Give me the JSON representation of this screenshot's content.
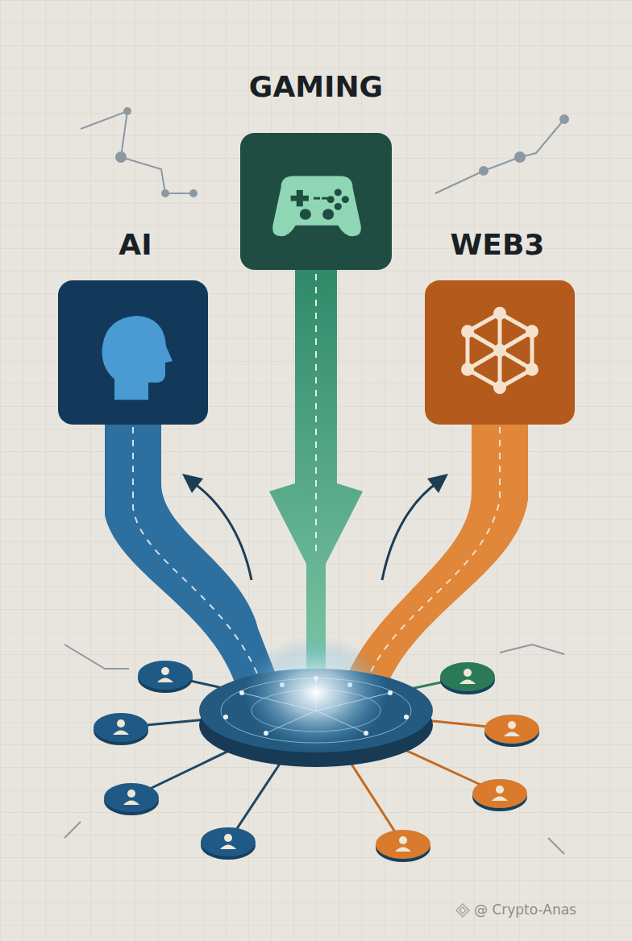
{
  "diagram": {
    "nodes": [
      {
        "text": [
          "GAMING"
        ]
      },
      {
        "text": [
          "AI"
        ]
      },
      {
        "text": [
          "WEB3"
        ]
      }
    ],
    "labels": [
      "@ Crypto-Anas"
    ]
  }
}
